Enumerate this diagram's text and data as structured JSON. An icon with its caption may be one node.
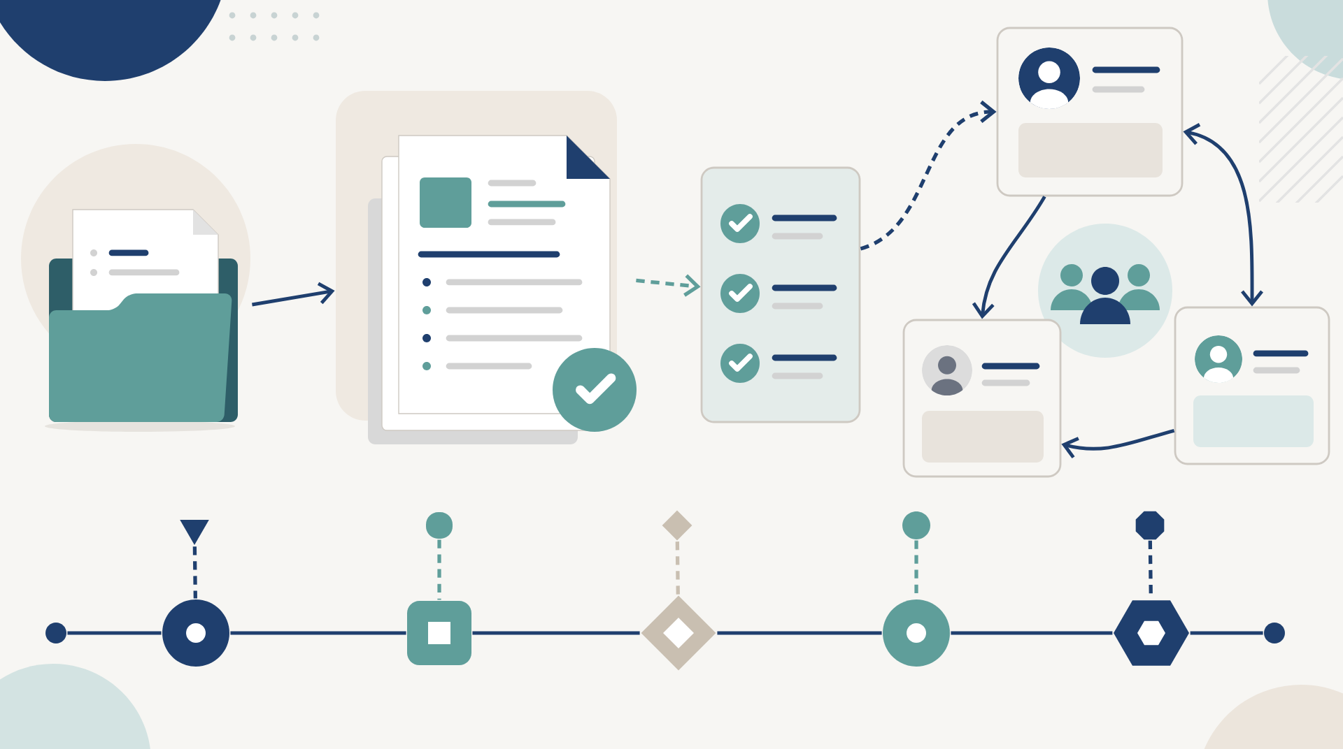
{
  "diagram": {
    "nodes": [
      {
        "text": [],
        "shape": "picture"
      },
      {
        "text": [],
        "shape": "picture"
      },
      {
        "text": [],
        "shape": "box"
      },
      {
        "text": [],
        "shape": "box"
      },
      {
        "text": [],
        "shape": "circle"
      },
      {
        "text": [],
        "shape": "box"
      },
      {
        "text": [],
        "shape": "box"
      },
      {
        "text": [],
        "shape": "circle"
      },
      {
        "text": [],
        "shape": "circle"
      },
      {
        "text": [],
        "shape": "box"
      },
      {
        "text": [],
        "shape": "diamond"
      },
      {
        "text": [],
        "shape": "circle"
      },
      {
        "text": [],
        "shape": "hexagon"
      },
      {
        "text": [],
        "shape": "circle"
      },
      {
        "text": [],
        "shape": "triangle"
      },
      {
        "text": [],
        "shape": "box"
      },
      {
        "text": [],
        "shape": "diamond"
      },
      {
        "text": [],
        "shape": "circle"
      },
      {
        "text": [],
        "shape": "polygon"
      }
    ],
    "edges": [
      {
        "from": 0,
        "to": 1,
        "arrow": "to"
      },
      {
        "from": 1,
        "to": 2,
        "arrow": "to",
        "style": "dashed",
        "color": "#5f9e9a"
      },
      {
        "from": 2,
        "to": 3,
        "arrow": "to",
        "style": "dashed"
      },
      {
        "from": 3,
        "to": 5,
        "arrow": "both"
      },
      {
        "from": 3,
        "to": 6,
        "arrow": "to"
      },
      {
        "from": 5,
        "to": 6,
        "arrow": "to"
      },
      {
        "from": 7,
        "to": 8,
        "arrow": "none"
      },
      {
        "from": 8,
        "to": 9,
        "arrow": "none"
      },
      {
        "from": 9,
        "to": 10,
        "arrow": "none"
      },
      {
        "from": 10,
        "to": 11,
        "arrow": "none"
      },
      {
        "from": 11,
        "to": 12,
        "arrow": "none"
      },
      {
        "from": 12,
        "to": 13,
        "arrow": "none"
      },
      {
        "from": 14,
        "to": 8,
        "arrow": "none",
        "style": "dashed"
      },
      {
        "from": 15,
        "to": 9,
        "arrow": "none",
        "style": "dashed",
        "color": "#5f9e9a"
      },
      {
        "from": 16,
        "to": 10,
        "arrow": "none",
        "style": "dashed",
        "color": "#c9bfb1"
      },
      {
        "from": 17,
        "to": 11,
        "arrow": "none",
        "style": "dashed",
        "color": "#5f9e9a"
      },
      {
        "from": 18,
        "to": 12,
        "arrow": "none",
        "style": "dashed"
      }
    ]
  }
}
